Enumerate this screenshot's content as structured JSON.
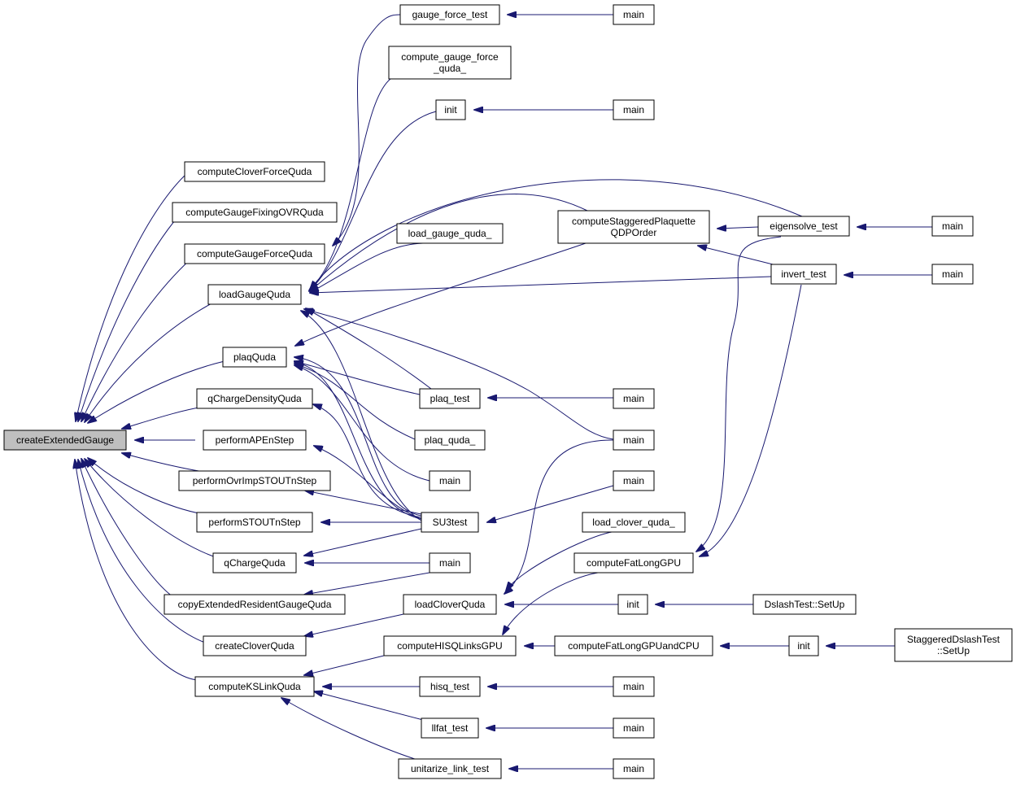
{
  "graph": {
    "colors": {
      "edge": "#191970",
      "root_fill": "#bfbfbf",
      "node_fill": "#ffffff",
      "border": "#000000"
    },
    "nodes": [
      {
        "id": "createExtendedGauge",
        "lines": [
          "createExtendedGauge"
        ],
        "root": true
      },
      {
        "id": "computeCloverForceQuda",
        "lines": [
          "computeCloverForceQuda"
        ]
      },
      {
        "id": "computeGaugeFixingOVRQuda",
        "lines": [
          "computeGaugeFixingOVRQuda"
        ]
      },
      {
        "id": "computeGaugeForceQuda",
        "lines": [
          "computeGaugeForceQuda"
        ]
      },
      {
        "id": "loadGaugeQuda",
        "lines": [
          "loadGaugeQuda"
        ]
      },
      {
        "id": "plaqQuda",
        "lines": [
          "plaqQuda"
        ]
      },
      {
        "id": "qChargeDensityQuda",
        "lines": [
          "qChargeDensityQuda"
        ]
      },
      {
        "id": "performAPEnStep",
        "lines": [
          "performAPEnStep"
        ]
      },
      {
        "id": "performOvrImpSTOUTnStep",
        "lines": [
          "performOvrImpSTOUTnStep"
        ]
      },
      {
        "id": "performSTOUTnStep",
        "lines": [
          "performSTOUTnStep"
        ]
      },
      {
        "id": "qChargeQuda",
        "lines": [
          "qChargeQuda"
        ]
      },
      {
        "id": "copyExtendedResidentGaugeQuda",
        "lines": [
          "copyExtendedResidentGaugeQuda"
        ]
      },
      {
        "id": "createCloverQuda",
        "lines": [
          "createCloverQuda"
        ]
      },
      {
        "id": "computeKSLinkQuda",
        "lines": [
          "computeKSLinkQuda"
        ]
      },
      {
        "id": "gauge_force_test",
        "lines": [
          "gauge_force_test"
        ]
      },
      {
        "id": "compute_gauge_force_quda_",
        "lines": [
          "compute_gauge_force",
          "_quda_"
        ]
      },
      {
        "id": "init1",
        "lines": [
          "init"
        ]
      },
      {
        "id": "load_gauge_quda_",
        "lines": [
          "load_gauge_quda_"
        ]
      },
      {
        "id": "plaq_test",
        "lines": [
          "plaq_test"
        ]
      },
      {
        "id": "plaq_quda_",
        "lines": [
          "plaq_quda_"
        ]
      },
      {
        "id": "main_plaqq",
        "lines": [
          "main"
        ]
      },
      {
        "id": "SU3test",
        "lines": [
          "SU3test"
        ]
      },
      {
        "id": "main_qcq",
        "lines": [
          "main"
        ]
      },
      {
        "id": "loadCloverQuda",
        "lines": [
          "loadCloverQuda"
        ]
      },
      {
        "id": "computeHISQLinksGPU",
        "lines": [
          "computeHISQLinksGPU"
        ]
      },
      {
        "id": "hisq_test",
        "lines": [
          "hisq_test"
        ]
      },
      {
        "id": "llfat_test",
        "lines": [
          "llfat_test"
        ]
      },
      {
        "id": "unitarize_link_test",
        "lines": [
          "unitarize_link_test"
        ]
      },
      {
        "id": "computeStaggeredPlaquetteQDPOrder",
        "lines": [
          "computeStaggeredPlaquette",
          "QDPOrder"
        ]
      },
      {
        "id": "main_gft",
        "lines": [
          "main"
        ]
      },
      {
        "id": "main_init1",
        "lines": [
          "main"
        ]
      },
      {
        "id": "main_plaqtest",
        "lines": [
          "main"
        ]
      },
      {
        "id": "main_shared",
        "lines": [
          "main"
        ]
      },
      {
        "id": "main_su3",
        "lines": [
          "main"
        ]
      },
      {
        "id": "load_clover_quda_",
        "lines": [
          "load_clover_quda_"
        ]
      },
      {
        "id": "computeFatLongGPU",
        "lines": [
          "computeFatLongGPU"
        ]
      },
      {
        "id": "init2",
        "lines": [
          "init"
        ]
      },
      {
        "id": "computeFatLongGPUandCPU",
        "lines": [
          "computeFatLongGPUandCPU"
        ]
      },
      {
        "id": "main_hisq",
        "lines": [
          "main"
        ]
      },
      {
        "id": "main_llfat",
        "lines": [
          "main"
        ]
      },
      {
        "id": "main_unit",
        "lines": [
          "main"
        ]
      },
      {
        "id": "eigensolve_test",
        "lines": [
          "eigensolve_test"
        ]
      },
      {
        "id": "invert_test",
        "lines": [
          "invert_test"
        ]
      },
      {
        "id": "DslashTest_SetUp",
        "lines": [
          "DslashTest::SetUp"
        ]
      },
      {
        "id": "init3",
        "lines": [
          "init"
        ]
      },
      {
        "id": "main_eig",
        "lines": [
          "main"
        ]
      },
      {
        "id": "main_inv",
        "lines": [
          "main"
        ]
      },
      {
        "id": "StaggeredDslashTest_SetUp",
        "lines": [
          "StaggeredDslashTest",
          "::SetUp"
        ]
      }
    ]
  }
}
